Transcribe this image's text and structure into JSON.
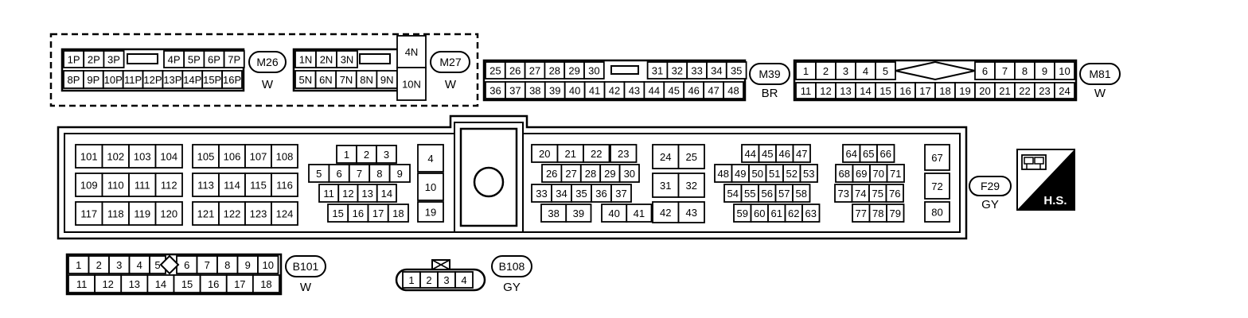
{
  "connectors": {
    "M26": {
      "id": "M26",
      "color": "W",
      "row1": [
        "1P",
        "2P",
        "3P",
        "",
        "4P",
        "5P",
        "6P",
        "7P"
      ],
      "row2": [
        "8P",
        "9P",
        "10P",
        "11P",
        "12P",
        "13P",
        "14P",
        "15P",
        "16P"
      ]
    },
    "M27": {
      "id": "M27",
      "color": "W",
      "row1": [
        "1N",
        "2N",
        "3N",
        ""
      ],
      "row2": [
        "5N",
        "6N",
        "7N",
        "8N",
        "9N"
      ],
      "side": [
        "4N",
        "10N"
      ]
    },
    "M39": {
      "id": "M39",
      "color": "BR",
      "row1": [
        "25",
        "26",
        "27",
        "28",
        "29",
        "30",
        "",
        "31",
        "32",
        "33",
        "34",
        "35"
      ],
      "row2": [
        "36",
        "37",
        "38",
        "39",
        "40",
        "41",
        "42",
        "43",
        "44",
        "45",
        "46",
        "47",
        "48"
      ]
    },
    "M81": {
      "id": "M81",
      "color": "W",
      "row1": [
        "1",
        "2",
        "3",
        "4",
        "5",
        "",
        "6",
        "7",
        "8",
        "9",
        "10"
      ],
      "row2": [
        "11",
        "12",
        "13",
        "14",
        "15",
        "16",
        "17",
        "18",
        "19",
        "20",
        "21",
        "22",
        "23",
        "24"
      ]
    },
    "F29": {
      "id": "F29",
      "color": "GY",
      "block_a": [
        [
          "101",
          "102",
          "103",
          "104"
        ],
        [
          "109",
          "110",
          "111",
          "112"
        ],
        [
          "117",
          "118",
          "119",
          "120"
        ]
      ],
      "block_b": [
        [
          "105",
          "106",
          "107",
          "108"
        ],
        [
          "113",
          "114",
          "115",
          "116"
        ],
        [
          "121",
          "122",
          "123",
          "124"
        ]
      ],
      "block_c": [
        [
          "1",
          "2",
          "3"
        ],
        [
          "5",
          "6",
          "7",
          "8",
          "9"
        ],
        [
          "11",
          "12",
          "13",
          "14"
        ],
        [
          "15",
          "16",
          "17",
          "18"
        ]
      ],
      "block_d": [
        "4",
        "10",
        "19"
      ],
      "block_e": [
        [
          "20",
          "21",
          "22",
          "23"
        ],
        [
          "26",
          "27",
          "28",
          "29",
          "30"
        ],
        [
          "33",
          "34",
          "35",
          "36",
          "37"
        ],
        [
          "38",
          "39",
          "40",
          "41"
        ]
      ],
      "block_f": [
        [
          "24",
          "25"
        ],
        [
          "31",
          "32"
        ],
        [
          "42",
          "43"
        ]
      ],
      "block_g": [
        [
          "44",
          "45",
          "46",
          "47",
          "64",
          "65",
          "66"
        ],
        [
          "48",
          "49",
          "50",
          "51",
          "52",
          "53",
          "68",
          "69",
          "70",
          "71"
        ],
        [
          "54",
          "55",
          "56",
          "57",
          "58",
          "73",
          "74",
          "75",
          "76"
        ],
        [
          "59",
          "60",
          "61",
          "62",
          "63",
          "77",
          "78",
          "79"
        ]
      ],
      "block_h": [
        "67",
        "72",
        "80"
      ]
    },
    "B101": {
      "id": "B101",
      "color": "W",
      "row1": [
        "1",
        "2",
        "3",
        "4",
        "5",
        "",
        "6",
        "7",
        "8",
        "9",
        "10"
      ],
      "row2": [
        "11",
        "12",
        "13",
        "14",
        "15",
        "16",
        "17",
        "18"
      ]
    },
    "B108": {
      "id": "B108",
      "color": "GY",
      "pins": [
        "1",
        "2",
        "3",
        "4"
      ]
    }
  },
  "hs_badge": "H.S.",
  "hs_icon": "connector-view-icon"
}
